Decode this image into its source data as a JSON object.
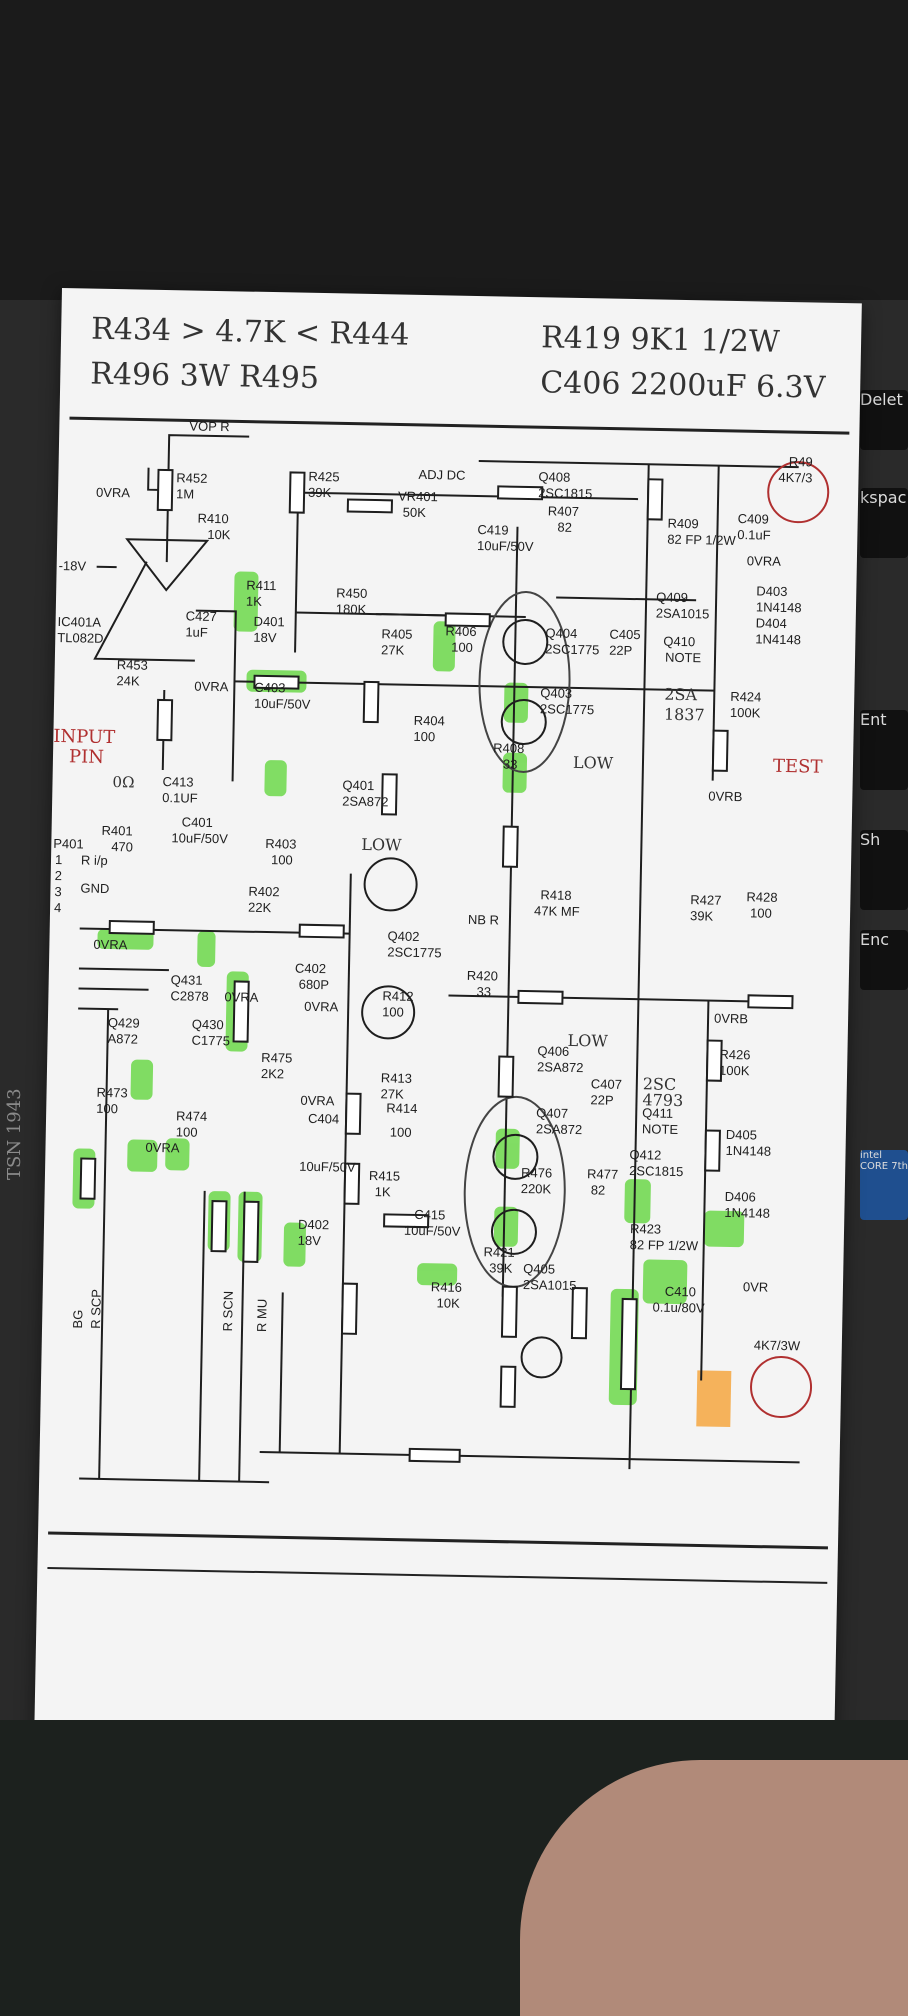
{
  "handwritten": {
    "line1_left": "R434 > 4.7K < R444",
    "line2_left": "R496 3W R495",
    "line1_right": "R419 9K1 1/2W",
    "line2_right": "C406 2200uF 6.3V",
    "input_note_1": "INPUT",
    "input_note_2": "PIN",
    "input_note_3": "0Ω",
    "low_1": "LOW",
    "low_2": "LOW",
    "low_3": "LOW",
    "q410_note_1": "2SA",
    "q410_note_2": "1837",
    "q411_note_1": "2SC",
    "q411_note_2": "4793",
    "test_note": "TEST",
    "side_note": "TSN 1943"
  },
  "labels": {
    "vopr": "VOP R",
    "r452": "R452",
    "r452v": "1M",
    "ovra1": "0VRA",
    "r410": "R410",
    "r410v": "10K",
    "r425": "R425",
    "r425v": "39K",
    "adjdc": "ADJ DC",
    "vr401": "VR401",
    "vr401v": "50K",
    "q408": "Q408",
    "q408v": "2SC1815",
    "r407": "R407",
    "r407v": "82",
    "c419": "C419",
    "c419v": "10uF/50V",
    "r409": "R409",
    "r409v": "82 FP 1/2W",
    "c409": "C409",
    "c409v": "0.1uF",
    "r49x": "R49",
    "r49xv": "4K7/3",
    "m18v": "-18V",
    "r411": "R411",
    "r411v": "1K",
    "r450": "R450",
    "r450v": "180K",
    "q409": "Q409",
    "q409v": "2SA1015",
    "d403": "D403",
    "d403v": "1N4148",
    "d404": "D404",
    "d404v": "1N4148",
    "ovra2": "0VRA",
    "ic401": "IC401A",
    "ic401v": "TL082D",
    "c427": "C427",
    "c427v": "1uF",
    "d401": "D401",
    "d401v": "18V",
    "r405": "R405",
    "r405v": "27K",
    "r406": "R406",
    "r406v": "100",
    "q404": "Q404",
    "q404v": "2SC1775",
    "c405": "C405",
    "c405v": "22P",
    "q410": "Q410",
    "q410v": "NOTE",
    "r453": "R453",
    "r453v": "24K",
    "ovra3": "0VRA",
    "c403": "C403",
    "c403v": "10uF/50V",
    "q403": "Q403",
    "q403v": "2SC1775",
    "r424": "R424",
    "r424v": "100K",
    "r404": "R404",
    "r404v": "100",
    "r408": "R408",
    "r408v": "33",
    "ovrb1": "0VRB",
    "c413": "C413",
    "c413v": "0.1UF",
    "q401": "Q401",
    "q401v": "2SA872",
    "c401": "C401",
    "c401v": "10uF/50V",
    "p401": "P401",
    "r401": "R401",
    "r401v": "470",
    "r403": "R403",
    "r403v": "100",
    "rin": "R i/p",
    "gnd": "GND",
    "pin1": "1",
    "pin2": "2",
    "pin3": "3",
    "pin4": "4",
    "r402": "R402",
    "r402v": "22K",
    "r418": "R418",
    "r418v": "47K MF",
    "r427": "R427",
    "r427v": "39K",
    "r428": "R428",
    "r428v": "100",
    "nbr": "NB R",
    "ovra4": "0VRA",
    "q402": "Q402",
    "q402v": "2SC1775",
    "c402": "C402",
    "c402v": "680P",
    "r420": "R420",
    "r420v": "33",
    "q431": "Q431",
    "q431v": "C2878",
    "ovra5": "0VRA",
    "ovra6": "0VRA",
    "r412": "R412",
    "r412v": "100",
    "ovrb2": "0VRB",
    "q429": "Q429",
    "q429v": "A872",
    "q430": "Q430",
    "q430v": "C1775",
    "r475": "R475",
    "r475v": "2K2",
    "q406": "Q406",
    "q406v": "2SA872",
    "r426": "R426",
    "r426v": "100K",
    "r413": "R413",
    "r413v": "27K",
    "c407": "C407",
    "c407v": "22P",
    "q411": "Q411",
    "q411v": "NOTE",
    "r473": "R473",
    "r473v": "100",
    "r474": "R474",
    "r474v": "100",
    "ovra7": "0VRA",
    "ovra8": "0VRA",
    "r414": "R414",
    "r414v": "100",
    "c404": "C404",
    "c404v": "10uF/50V",
    "q407": "Q407",
    "q407v": "2SA872",
    "d405": "D405",
    "d405v": "1N4148",
    "q412": "Q412",
    "q412v": "2SC1815",
    "r415": "R415",
    "r415v": "1K",
    "c415": "C415",
    "c415v": "10uF/50V",
    "r476": "R476",
    "r476v": "220K",
    "r477": "R477",
    "r477v": "82",
    "d406": "D406",
    "d406v": "1N4148",
    "d402": "D402",
    "d402v": "18V",
    "r423": "R423",
    "r423v": "82 FP 1/2W",
    "r421": "R421",
    "r421v": "39K",
    "q405": "Q405",
    "q405v": "2SA1015",
    "c410": "C410",
    "c410v": "0.1u/80V",
    "r416": "R416",
    "r416v": "10K",
    "ovr": "0VR",
    "r4xx": "4K7/3W",
    "bg": "BG",
    "rscp": "R SCP",
    "rscn": "R SCN",
    "rmu": "R MU"
  },
  "keyboard": {
    "k1": "Delet",
    "k2": "kspac",
    "k3": "Ent",
    "k4": "Sh",
    "k5": "Enc",
    "k6": "intel CORE 7th"
  },
  "colors": {
    "highlight_green": "#6cd84a",
    "highlight_orange": "#f5a640",
    "ink": "#1e1e1e",
    "red_ink": "#b03030"
  }
}
